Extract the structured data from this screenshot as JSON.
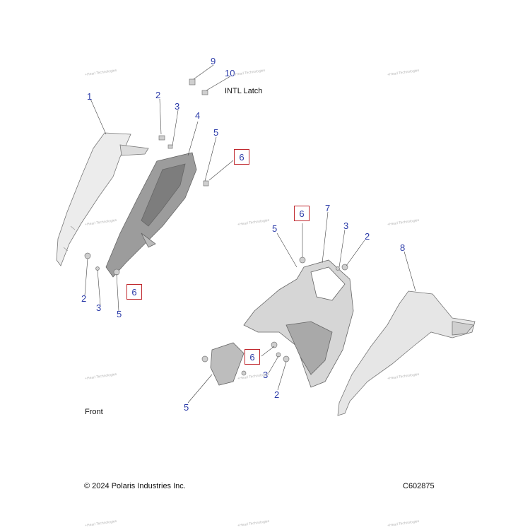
{
  "callouts": {
    "c1": "1",
    "c2a": "2",
    "c3a": "3",
    "c4": "4",
    "c5a": "5",
    "c6a": "6",
    "c9": "9",
    "c10": "10",
    "c2b": "2",
    "c3b": "3",
    "c5b": "5",
    "c6b": "6",
    "c5c": "5",
    "c6c": "6",
    "c7": "7",
    "c3c": "3",
    "c2c": "2",
    "c8": "8",
    "c6d": "6",
    "c3d": "3",
    "c2d": "2",
    "c5d": "5"
  },
  "notes": {
    "latch": "INTL Latch",
    "front": "Front",
    "copyright": "© 2024 Polaris Industries Inc.",
    "diagram_id": "C602875"
  },
  "watermark": "+Hearl Technologies",
  "colors": {
    "callout": "#2a3aa8",
    "box": "#c0272d",
    "part_fill": "#e4e4e4",
    "part_line": "#777777"
  }
}
